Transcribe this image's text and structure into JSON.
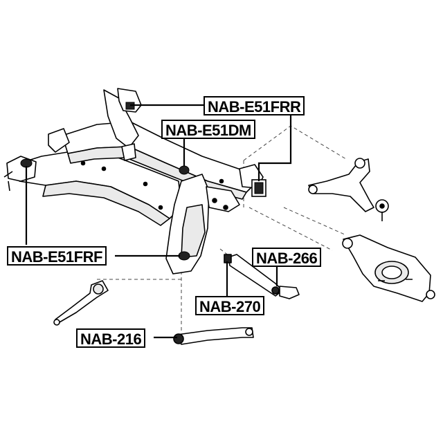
{
  "colors": {
    "line": "#000000",
    "part_fill": "#ffffff",
    "part_shade": "#eaeaea",
    "bushing": "#222222",
    "dashed": "#444444"
  },
  "diagram": {
    "labels": {
      "e51frr": "NAB-E51FRR",
      "e51dm": "NAB-E51DM",
      "e51frf": "NAB-E51FRF",
      "n266": "NAB-266",
      "n270": "NAB-270",
      "n216": "NAB-216"
    }
  }
}
